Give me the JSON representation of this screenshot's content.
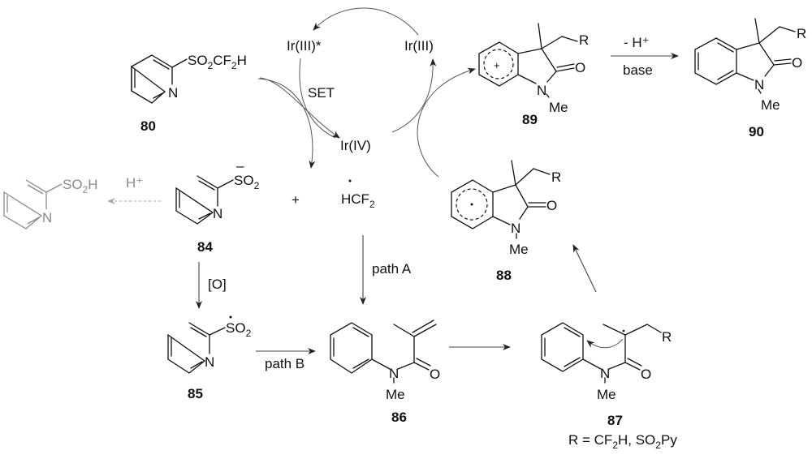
{
  "scheme": {
    "compounds": {
      "c80": {
        "number": "80",
        "substituent": "SO₂CF₂H",
        "atom_N": "N"
      },
      "c84": {
        "number": "84",
        "substituent": "SO₂",
        "charge": "–",
        "atom_N": "N"
      },
      "byproduct": {
        "substituent": "SO₂H",
        "atom_N": "N"
      },
      "c85": {
        "number": "85",
        "substituent": "SO₂",
        "atom_N": "N"
      },
      "c86": {
        "number": "86",
        "atom_N": "N",
        "atom_O": "O",
        "methyl": "Me"
      },
      "c87": {
        "number": "87",
        "atom_N": "N",
        "atom_O": "O",
        "methyl": "Me",
        "R": "R"
      },
      "c88": {
        "number": "88",
        "atom_N": "N",
        "atom_O": "O",
        "methyl": "Me",
        "R": "R"
      },
      "c89": {
        "number": "89",
        "atom_N": "N",
        "atom_O": "O",
        "methyl": "Me",
        "R": "R",
        "charge": "+"
      },
      "c90": {
        "number": "90",
        "atom_N": "N",
        "atom_O": "O",
        "methyl": "Me",
        "R": "R"
      }
    },
    "radical": "HCF₂",
    "plus": "+",
    "catalyst": {
      "ir3_excited": "Ir(III)*",
      "ir3": "Ir(III)",
      "ir4": "Ir(IV)",
      "set": "SET"
    },
    "conditions": {
      "proton": "H⁺",
      "oxidant": "[O]",
      "path_a": "path A",
      "path_b": "path B",
      "deprotonation": "- H⁺",
      "base": "base"
    },
    "footnote": "R = CF₂H, SO₂Py"
  }
}
